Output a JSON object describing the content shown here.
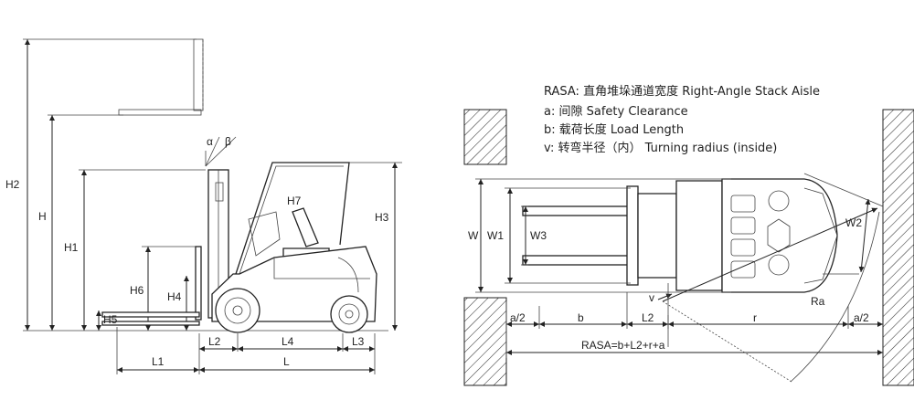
{
  "side_view": {
    "labels": {
      "h2": "H2",
      "h": "H",
      "h1": "H1",
      "h6": "H6",
      "h4": "H4",
      "h5": "H5",
      "h7": "H7",
      "h3": "H3",
      "alpha": "α",
      "beta": "β",
      "l2": "L2",
      "l4": "L4",
      "l3": "L3",
      "l1": "L1",
      "l": "L"
    }
  },
  "top_view": {
    "legend": [
      "RASA: 直角堆垛通道宽度 Right-Angle Stack Aisle",
      "a: 间隙 Safety Clearance",
      "b: 载荷长度 Load Length",
      "v: 转弯半径（内） Turning radius (inside)"
    ],
    "labels": {
      "w": "W",
      "w1": "W1",
      "w3": "W3",
      "w2": "W2",
      "ra": "Ra",
      "v": "v",
      "a_half_left": "a/2",
      "b": "b",
      "l2": "L2",
      "r": "r",
      "a_half_right": "a/2",
      "rasa": "RASA=b+L2+r+a"
    }
  }
}
